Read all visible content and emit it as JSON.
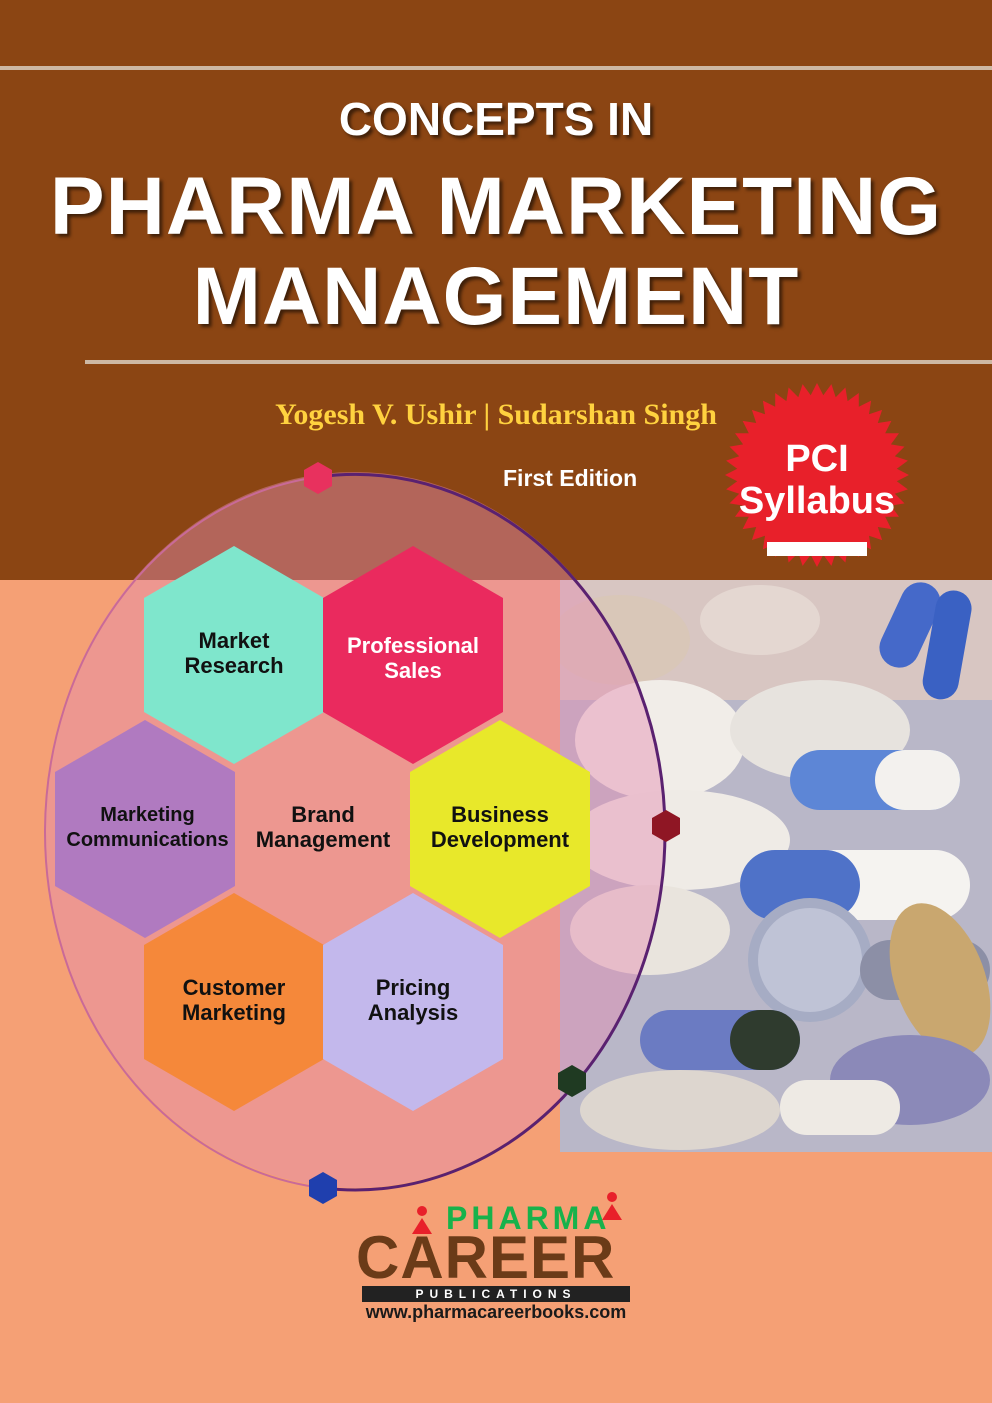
{
  "book": {
    "title_line1": "CONCEPTS IN",
    "title_line2": "PHARMA MARKETING",
    "title_line3": "MANAGEMENT",
    "authors": "Yogesh V. Ushir | Sudarshan Singh",
    "edition": "First Edition"
  },
  "badge": {
    "line1": "PCI",
    "line2": "Syllabus"
  },
  "hexagons": {
    "market_research": [
      "Market",
      "Research"
    ],
    "professional_sales": [
      "Professional",
      "Sales"
    ],
    "marketing_communications": [
      "Marketing",
      "Communications"
    ],
    "brand_management": [
      "Brand",
      "Management"
    ],
    "business_development": [
      "Business",
      "Development"
    ],
    "customer_marketing": [
      "Customer",
      "Marketing"
    ],
    "pricing_analysis": [
      "Pricing",
      "Analysis"
    ]
  },
  "publisher": {
    "line1": "PHARMA",
    "line2": "CAREER",
    "line3": "PUBLICATIONS",
    "url": "www.pharmacareerbooks.com"
  },
  "colors": {
    "top_band": "#8b4513",
    "bottom_band": "#f5a075",
    "title": "#ffffff",
    "authors": "#ffd23f",
    "badge": "#e8202a",
    "hex_market_research": "#7fe6cc",
    "hex_professional_sales": "#ea2a5e",
    "hex_marketing_communications": "#b07ac0",
    "hex_business_development": "#e8e82a",
    "hex_customer_marketing": "#f5883a",
    "hex_pricing_analysis": "#c3b8ec"
  }
}
